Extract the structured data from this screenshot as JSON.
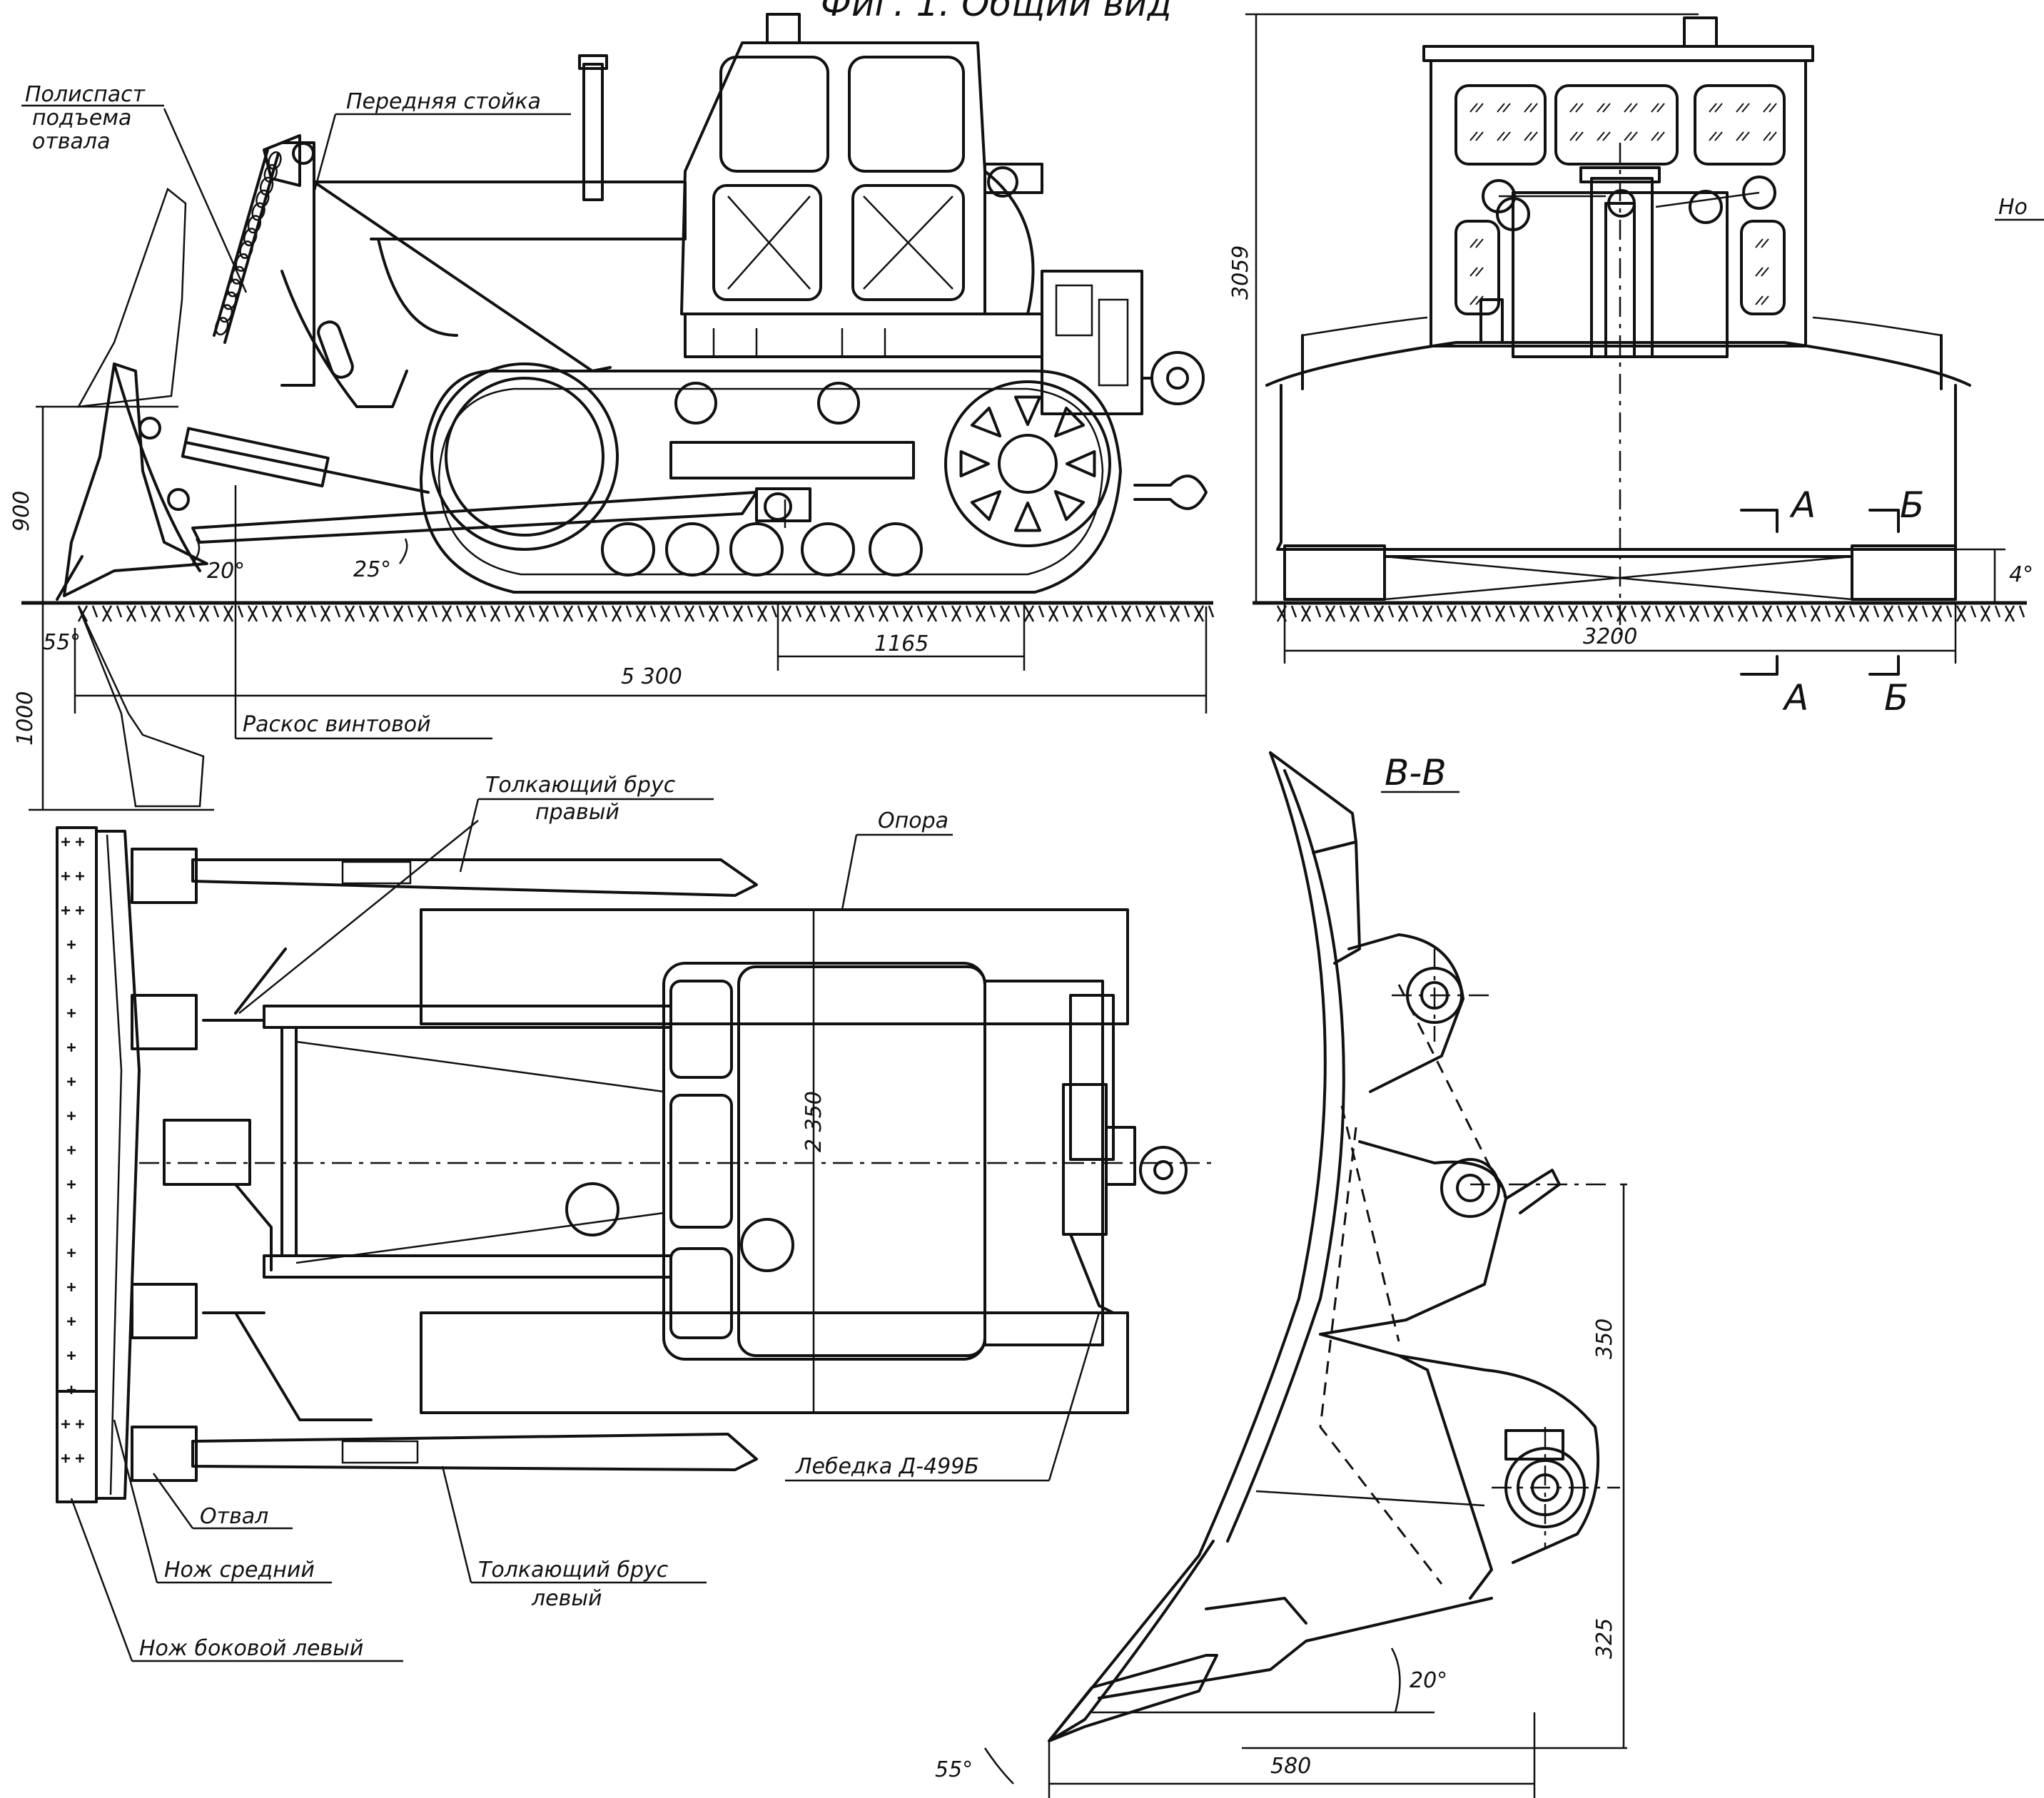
{
  "figure": {
    "title": "Фиг. 1. Общий вид"
  },
  "labels": {
    "hoist": [
      "Полиспаст",
      "подъема",
      "отвала"
    ],
    "front_post": "Передняя стойка",
    "brace": "Раскос винтовой",
    "push_bar_right": [
      "Толкающий брус",
      "правый"
    ],
    "support": "Опора",
    "winch": "Лебедка Д-499Б",
    "blade": "Отвал",
    "knife_middle": "Нож средний",
    "push_bar_left": [
      "Толкающий брус",
      "левый"
    ],
    "knife_side_left": "Нож боковой левый",
    "knife_cut": "Но"
  },
  "dimensions": {
    "side_height": "900",
    "side_depth": "1000",
    "side_length": "5 300",
    "side_track": "1165",
    "angle_55": "55°",
    "angle_20": "20°",
    "angle_25": "25°",
    "front_height": "3059",
    "front_width": "3200",
    "front_angle": "4°",
    "plan_width": "2 350",
    "sec_350": "350",
    "sec_325": "325",
    "sec_580": "580",
    "sec_angle_20": "20°",
    "sec_angle_55": "55°"
  },
  "section_marks": {
    "a": "А",
    "b": "Б",
    "title": "В-В"
  }
}
